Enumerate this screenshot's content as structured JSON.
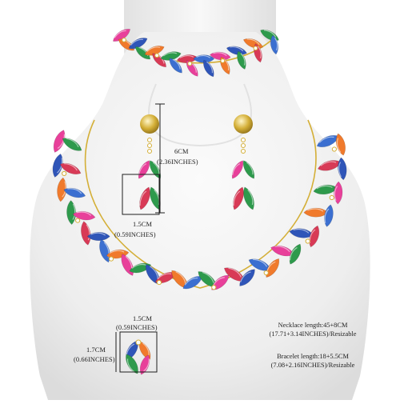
{
  "labels": {
    "earring_height_value": "6CM",
    "earring_height_inches": "(2.36INCHES)",
    "earring_width_value": "1.5CM",
    "earring_width_inches": "(0.59INCHES)",
    "ring_width_value": "1.5CM",
    "ring_width_inches": "(0.59INCHES)",
    "ring_height_value": "1.7CM",
    "ring_height_inches": "(0.66INCHES)",
    "necklace_length": "Necklace length:45+8CM",
    "necklace_length_inches": "(17.71+3.14INCHES)/Resizable",
    "bracelet_length": "Bracelet length:18+5.5CM",
    "bracelet_length_inches": "(7.08+2.16INCHES)/Resizable"
  },
  "colors": {
    "background": "#ffffff",
    "bust": "#f1f1f1",
    "gold": "#d4af37",
    "leaf_palette": [
      "#e8409a",
      "#2f55b8",
      "#f07a2c",
      "#2e9a4c",
      "#d83a56",
      "#3b6fd0"
    ]
  },
  "icons": {
    "bust": "jewelry-display-bust",
    "necklace": "leaf-necklace",
    "bracelet": "leaf-bracelet",
    "earrings": "leaf-drop-earrings",
    "ring": "leaf-cluster-ring"
  }
}
